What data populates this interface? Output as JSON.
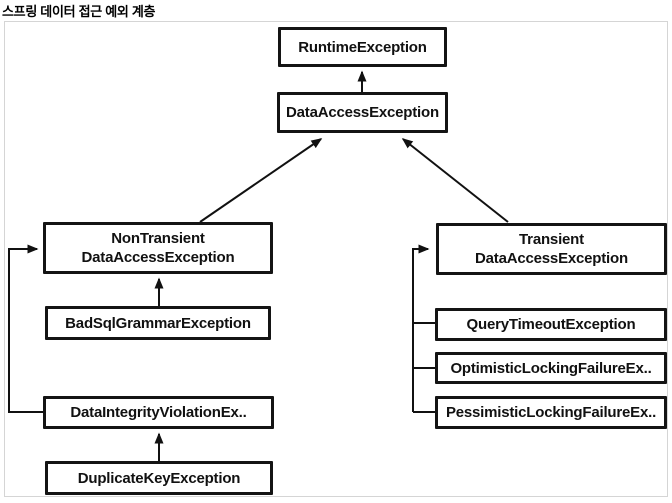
{
  "title": "스프링 데이터 접근 예외 계층",
  "diagram": {
    "nodes": {
      "runtime": {
        "label": "RuntimeException"
      },
      "data_access": {
        "label": "DataAccessException"
      },
      "non_transient": {
        "line1": "NonTransient",
        "line2": "DataAccessException"
      },
      "bad_sql": {
        "label": "BadSqlGrammarException"
      },
      "data_integrity": {
        "label": "DataIntegrityViolationEx.."
      },
      "duplicate_key": {
        "label": "DuplicateKeyException"
      },
      "transient": {
        "line1": "Transient",
        "line2": "DataAccessException"
      },
      "query_timeout": {
        "label": "QueryTimeoutException"
      },
      "optimistic": {
        "label": "OptimisticLockingFailureEx.."
      },
      "pessimistic": {
        "label": "PessimisticLockingFailureEx.."
      }
    },
    "edges": [
      {
        "from": "DataAccessException",
        "to": "RuntimeException"
      },
      {
        "from": "NonTransientDataAccessException",
        "to": "DataAccessException"
      },
      {
        "from": "TransientDataAccessException",
        "to": "DataAccessException"
      },
      {
        "from": "BadSqlGrammarException",
        "to": "NonTransientDataAccessException"
      },
      {
        "from": "DataIntegrityViolationEx..",
        "to": "NonTransientDataAccessException"
      },
      {
        "from": "DuplicateKeyException",
        "to": "DataIntegrityViolationEx.."
      },
      {
        "from": "QueryTimeoutException",
        "to": "TransientDataAccessException"
      },
      {
        "from": "OptimisticLockingFailureEx..",
        "to": "TransientDataAccessException"
      },
      {
        "from": "PessimisticLockingFailureEx..",
        "to": "TransientDataAccessException"
      }
    ],
    "colors": {
      "box_border": "#141414",
      "text": "#111111",
      "frame_border": "#d5d5d5",
      "background": "#ffffff",
      "arrow": "#111111"
    }
  }
}
